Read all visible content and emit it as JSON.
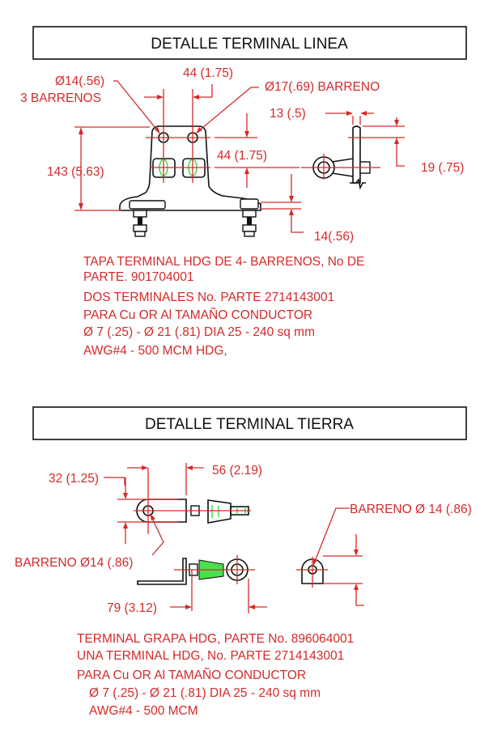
{
  "section_line": {
    "title": "DETALLE TERMINAL LINEA",
    "dims": {
      "hole_small": "Ø14(.56)",
      "hole_small_qty": "3 BARRENOS",
      "spacing_top": "44 (1.75)",
      "hole_large": "Ø17(.69) BARRENO",
      "height": "143 (5.63)",
      "spacing_mid": "44 (1.75)",
      "base_thk": "14(.56)",
      "plate_thk": "13 (.5)",
      "side_offset": "19 (.75)"
    },
    "notes": [
      "TAPA TERMINAL  HDG DE 4- BARRENOS, No DE",
      "PARTE. 901704001",
      "DOS TERMINALES No. PARTE 2714143001",
      "PARA  Cu OR Al TAMAÑO CONDUCTOR",
      "Ø 7 (.25) - Ø 21 (.81) DIA    25 - 240 sq mm",
      "AWG#4 - 500 MCM  HDG,"
    ]
  },
  "section_ground": {
    "title": "DETALLE TERMINAL TIERRA",
    "dims": {
      "width": "32 (1.25)",
      "length": "56 (2.19)",
      "hole_left": "BARRENO Ø14 (.86)",
      "hole_right": "BARRENO Ø 14 (.86)",
      "overall": "79 (3.12)"
    },
    "notes": [
      "TERMINAL GRAPA HDG, PARTE No. 896064001",
      "UNA TERMINAL HDG, No. PARTE 2714143001",
      "PARA  Cu OR Al TAMAÑO CONDUCTOR",
      "Ø 7 (.25) - Ø 21 (.81) DIA    25 - 240 sq mm",
      "AWG#4 - 500 MCM"
    ]
  },
  "colors": {
    "dimension": "#d42a2a",
    "outline": "#111111",
    "highlight": "#4be04b"
  }
}
